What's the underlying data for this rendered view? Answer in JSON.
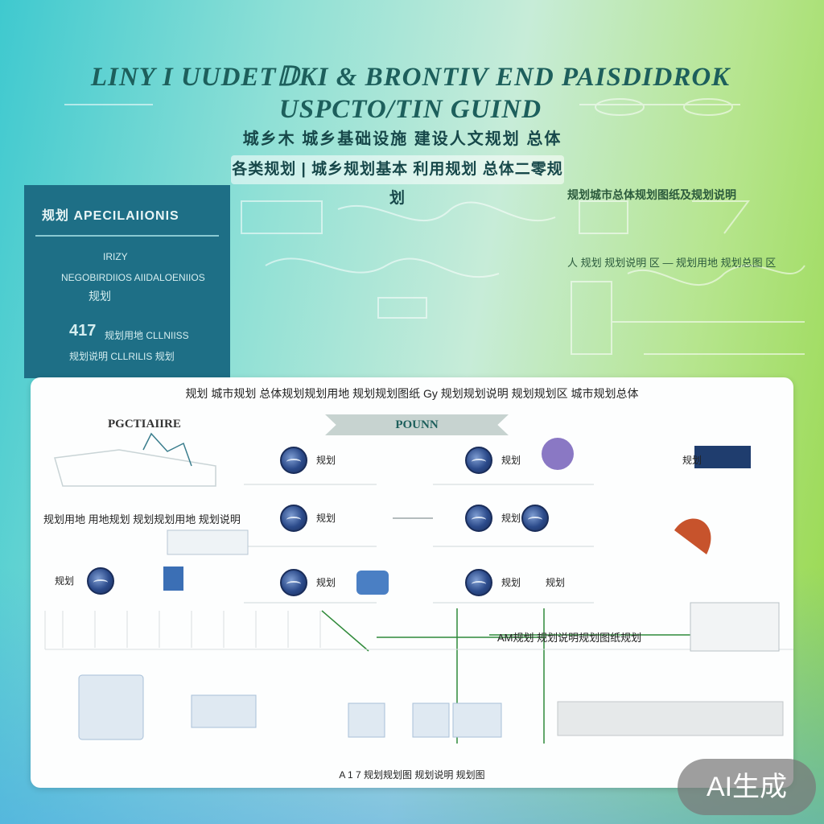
{
  "header": {
    "title_line1": "LINY I   UUDET𝔻KI & BRONTIV END PAISDIDROK",
    "title_line2": "USPCTO/TIN GUIND",
    "subtitle_1": "城乡木 城乡基础设施 建设人文规划 总体",
    "subtitle_2": "各类规划 | 城乡规划基本 利用规划 总体二零规划",
    "right_caption": "规划城市总体规划图纸及规划说明",
    "right_caption_2": "人 规划 规划说明 区 — 规划用地 规划总图 区"
  },
  "spec_panel": {
    "title": "规划 APECILAIIONIS",
    "row_1": "IRIZY",
    "row_2": "NEGOBIRDIIOS AIIDALOENIIOS",
    "row_3": "规划",
    "row_4_big": "417",
    "row_4_text": "规划用地 CLLNIISS",
    "row_5": "规划说明 CLLRILIS  规划"
  },
  "card": {
    "header_text": "规划 城市规划 总体规划规划用地 规划规划图纸 Gy 规划规划说明 规划规划区 城市规划总体",
    "left_heading": "PGCTIAIIRE",
    "ribbon_label": "POUNN",
    "mid_caption": "规划用地 用地规划 规划规划用地 规划说明",
    "right_note": "AM规划 规划说明规划图纸规划",
    "bottom_caption": "A 1 7 规划规划图 规划说明 规划图",
    "node_labels": [
      "规划",
      "规划",
      "规划",
      "规划",
      "规划",
      "规划",
      "规划",
      "规划"
    ],
    "corner_label": "规划"
  },
  "badge": {
    "text": "AI生成"
  },
  "colors": {
    "teal": "#1e6f86",
    "title": "#1d5f5c",
    "navy": "#2b4a8a"
  }
}
